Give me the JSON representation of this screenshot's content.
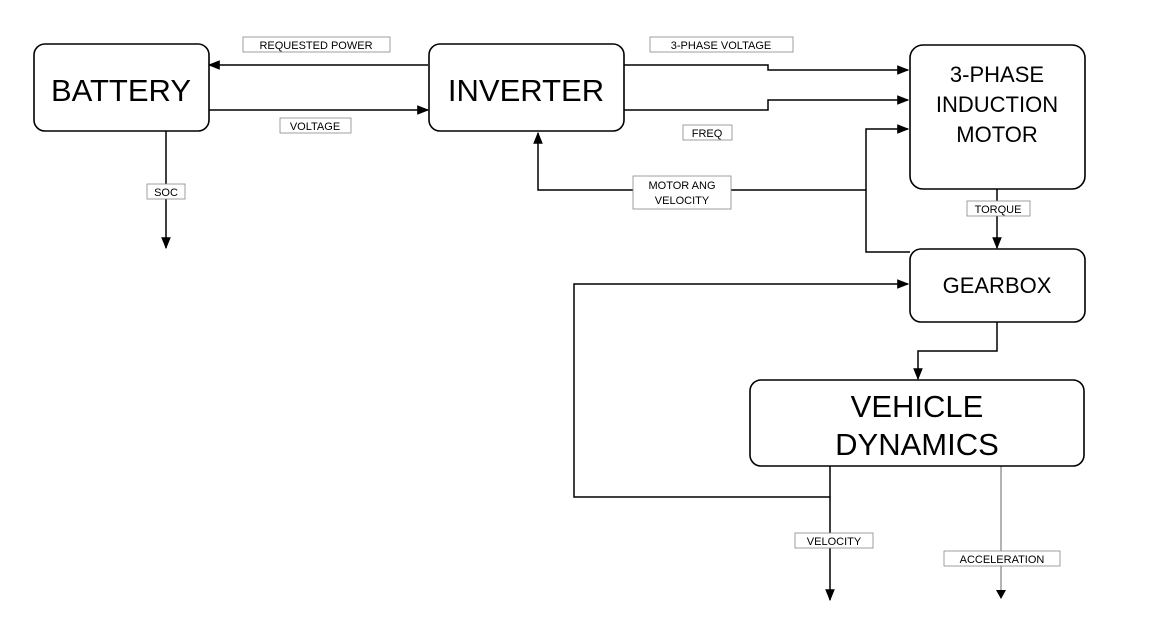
{
  "blocks": {
    "battery": "BATTERY",
    "inverter": "INVERTER",
    "motor": [
      "3-PHASE",
      "INDUCTION",
      "MOTOR"
    ],
    "gearbox": "GEARBOX",
    "vehicle": [
      "VEHICLE",
      "DYNAMICS"
    ]
  },
  "labels": {
    "requested_power": "REQUESTED POWER",
    "voltage": "VOLTAGE",
    "soc": "SOC",
    "three_phase_voltage": "3-PHASE VOLTAGE",
    "freq": "FREQ",
    "motor_ang_velocity": [
      "MOTOR ANG",
      "VELOCITY"
    ],
    "torque": "TORQUE",
    "velocity": "VELOCITY",
    "acceleration": "ACCELERATION"
  }
}
